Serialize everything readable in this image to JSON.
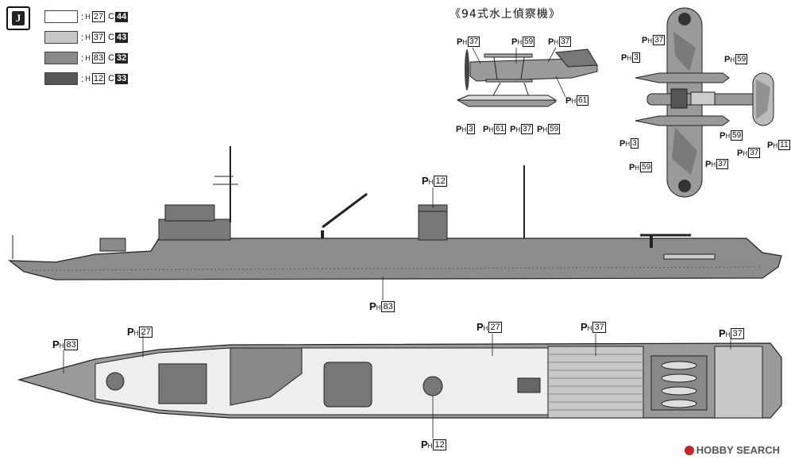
{
  "section_mark": "J",
  "legend": [
    {
      "h": "27",
      "c": "44",
      "color": "#ffffff"
    },
    {
      "h": "37",
      "c": "43",
      "color": "#c8c8c8"
    },
    {
      "h": "83",
      "c": "32",
      "color": "#8a8a8a"
    },
    {
      "h": "12",
      "c": "33",
      "color": "#555555"
    }
  ],
  "legend_h": "H",
  "legend_c": "C",
  "plane_title": "《94式水上偵察機》",
  "tag_p": "P",
  "tag_h": "H",
  "plane_side_tags": [
    "37",
    "59",
    "37",
    "61",
    "3",
    "61",
    "37",
    "59"
  ],
  "plane_top_tags": [
    "37",
    "3",
    "59",
    "59",
    "3",
    "37",
    "11",
    "59",
    "37"
  ],
  "ship_side_tags": [
    "12",
    "83"
  ],
  "ship_top_tags": [
    "83",
    "27",
    "27",
    "37",
    "37",
    "12"
  ],
  "watermark": "HOBBY SEARCH"
}
